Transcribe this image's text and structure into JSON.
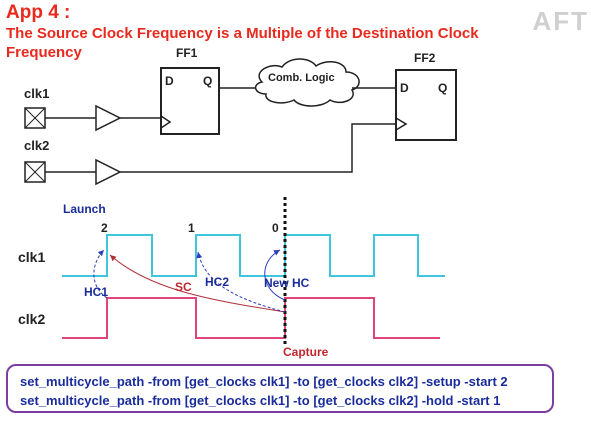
{
  "slide": {
    "title": "App 4 :",
    "subtitle_line1": "The Source Clock Frequency is a Multiple of the Destination Clock",
    "subtitle_line2": "Frequency",
    "logo_text": "AFT"
  },
  "circuit": {
    "ff1": {
      "label": "FF1",
      "d": "D",
      "q": "Q"
    },
    "ff2": {
      "label": "FF2",
      "d": "D",
      "q": "Q"
    },
    "comb_logic": "Comb. Logic",
    "clk1_port": "clk1",
    "clk2_port": "clk2"
  },
  "waveform": {
    "launch": "Launch",
    "edge_labels": [
      "2",
      "1",
      "0"
    ],
    "clk1": "clk1",
    "clk2": "clk2",
    "hc1": "HC1",
    "sc": "SC",
    "hc2": "HC2",
    "new_hc": "New HC",
    "capture": "Capture"
  },
  "commands": {
    "line1": "set_multicycle_path -from [get_clocks clk1] -to [get_clocks clk2] -setup -start 2",
    "line2": "set_multicycle_path -from [get_clocks clk1] -to [get_clocks clk2] -hold -start 1"
  },
  "colors": {
    "title": "#e8291d",
    "clk1_wave": "#3ec6dc",
    "clk2_wave": "#e0457a",
    "hold_arrow": "#2b3fbf",
    "setup_arrow": "#b0303a",
    "command_text": "#1a2c9a",
    "command_border": "#7b3fa0"
  }
}
